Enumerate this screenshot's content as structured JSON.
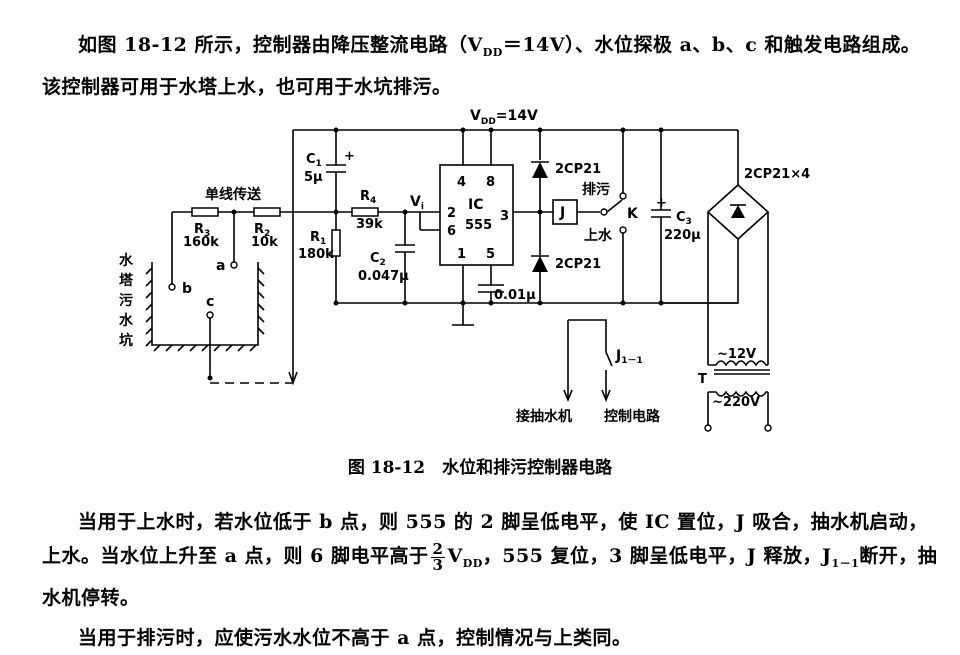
{
  "intro": {
    "line1": "如图 18-12 所示，控制器由降压整流电路（V",
    "line1_sub": "DD",
    "line1_end": "＝14V）、水位探极 a、b、c 和触发电路组成。",
    "line2": "该控制器可用于水塔上水，也可用于水坑排污。"
  },
  "schematic": {
    "vdd": "V",
    "vdd_sub": "DD",
    "vdd_end": "=14V",
    "single_wire": "单线传送",
    "r3": "R",
    "r3_sub": "3",
    "r3_val": "160k",
    "r2": "R",
    "r2_sub": "2",
    "r2_val": "10k",
    "r1": "R",
    "r1_sub": "1",
    "r1_val": "180k",
    "r4": "R",
    "r4_sub": "4",
    "r4_val": "39k",
    "c1": "C",
    "c1_sub": "1",
    "c1_val": "5μ",
    "c2": "C",
    "c2_sub": "2",
    "c2_val": "0.047μ",
    "c3": "C",
    "c3_sub": "3",
    "c3_val": "220μ",
    "c_bottom": "0.01μ",
    "vi": "V",
    "vi_sub": "i",
    "ic": "IC",
    "ic_num": "555",
    "pin4": "4",
    "pin8": "8",
    "pin2": "2",
    "pin6": "6",
    "pin3": "3",
    "pin1": "1",
    "pin5": "5",
    "diode_top": "2CP21",
    "diode_bottom": "2CP21",
    "bridge": "2CP21×4",
    "relay": "J",
    "switch": "K",
    "drain": "排污",
    "fill": "上水",
    "probe_a": "a",
    "probe_b": "b",
    "probe_c": "c",
    "tank_chars": [
      "水",
      "塔",
      "污",
      "水",
      "坑"
    ],
    "transformer": "T",
    "v12": "~12V",
    "v220": "~220V",
    "j11": "J",
    "j11_sub": "1－1",
    "pump": "接抽水机",
    "control": "控制电路"
  },
  "caption": "图 18-12　水位和排污控制器电路",
  "explain": {
    "line1": "当用于上水时，若水位低于 b 点，则 555 的 2 脚呈低电平，使 IC 置位，J 吸合，抽水机启动，",
    "line2_a": "上水。当水位上升至 a 点，则 6 脚电平高于",
    "frac_num": "2",
    "frac_den": "3",
    "line2_b": "V",
    "line2_sub": "DD",
    "line2_c": "，555 复位，3 脚呈低电平，J 释放，J",
    "line2_sub2": "1－1",
    "line2_d": "断开，抽",
    "line3": "水机停转。",
    "line4": "当用于排污时，应使污水水位不高于 a 点，控制情况与上类同。"
  }
}
